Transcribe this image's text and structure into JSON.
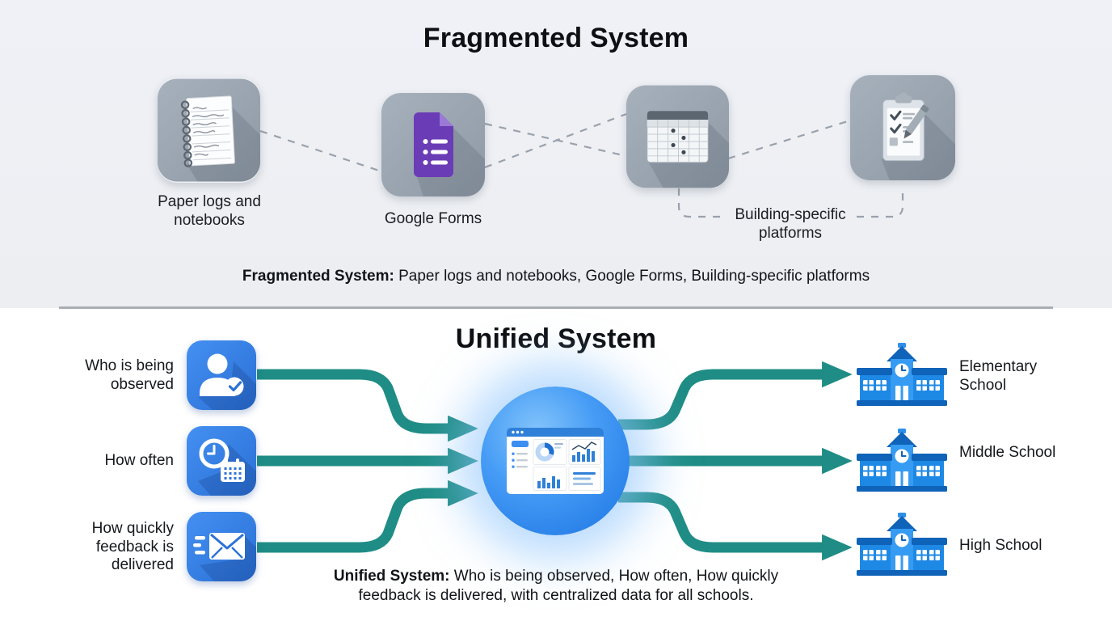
{
  "fragmented": {
    "title": "Fragmented System",
    "items": [
      {
        "label": "Paper logs and notebooks",
        "icon": "notebook-icon"
      },
      {
        "label": "Google Forms",
        "icon": "google-forms-icon"
      },
      {
        "label": "Building-specific platforms",
        "icon": "spreadsheet-icon / clipboard-checklist-icon"
      }
    ],
    "caption": {
      "bold": "Fragmented System:",
      "text": " Paper logs and notebooks, Google Forms, Building-specific platforms"
    }
  },
  "unified": {
    "title": "Unified System",
    "inputs": [
      {
        "label": "Who is being observed",
        "icon": "person-check-icon"
      },
      {
        "label": "How often",
        "icon": "clock-calendar-icon"
      },
      {
        "label": "How quickly feedback is delivered",
        "icon": "fast-mail-icon"
      }
    ],
    "hub_icon": "dashboard-window-icon",
    "outputs": [
      {
        "label": "Elementary School",
        "icon": "school-building-icon"
      },
      {
        "label": "Middle School",
        "icon": "school-building-icon"
      },
      {
        "label": "High School",
        "icon": "school-building-icon"
      }
    ],
    "caption": {
      "bold": "Unified System:",
      "text": " Who is being observed, How often, How quickly feedback is delivered, with centralized data for all schools."
    }
  },
  "colors": {
    "top_background": "#edeff3",
    "bottom_background": "#ffffff",
    "divider_gray": "#a9aeb4",
    "dashed_line_gray": "#9aa2ac",
    "tile_gray": "#99a4b0",
    "tile_blue": "#2f7ce0",
    "forms_purple": "#6a3cb5",
    "arrow_teal": "#1f8d85",
    "hub_blue": "#2f8af0",
    "school_blue": "#1e88e5",
    "text_black": "#16191d"
  }
}
